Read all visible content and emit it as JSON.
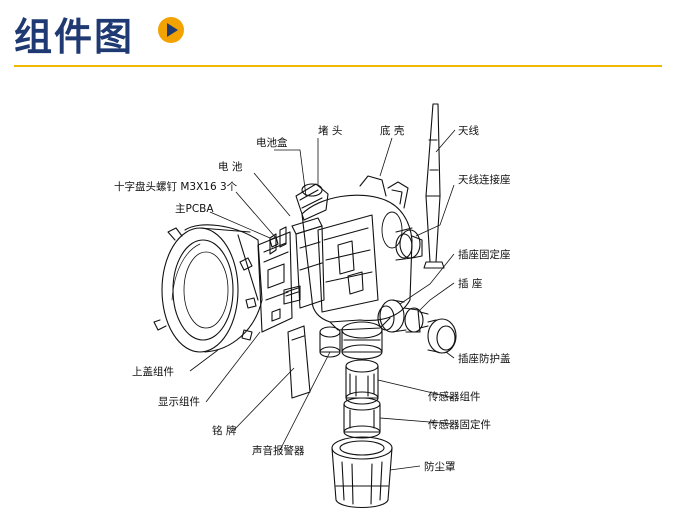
{
  "header": {
    "title": "组件图",
    "accent_color": "#f3a300",
    "title_color": "#1f3a73",
    "rule_color": "#f1b800",
    "icon": "play-circle-icon"
  },
  "labels": {
    "battery_box": "电池盒",
    "plug": "堵 头",
    "base_shell": "底 壳",
    "antenna": "天线",
    "battery": "电 池",
    "antenna_mount": "天线连接座",
    "screw": "十字盘头螺钉 M3X16 3个",
    "main_pcba": "主PCBA",
    "socket_mount": "插座固定座",
    "socket": "插 座",
    "socket_cap": "插座防护盖",
    "cover_assembly": "上盖组件",
    "display_assembly": "显示组件",
    "sensor_assembly": "传感器组件",
    "nameplate": "铭 牌",
    "sensor_holder": "传感器固定件",
    "buzzer": "声音报警器",
    "dust_cover": "防尘罩"
  }
}
